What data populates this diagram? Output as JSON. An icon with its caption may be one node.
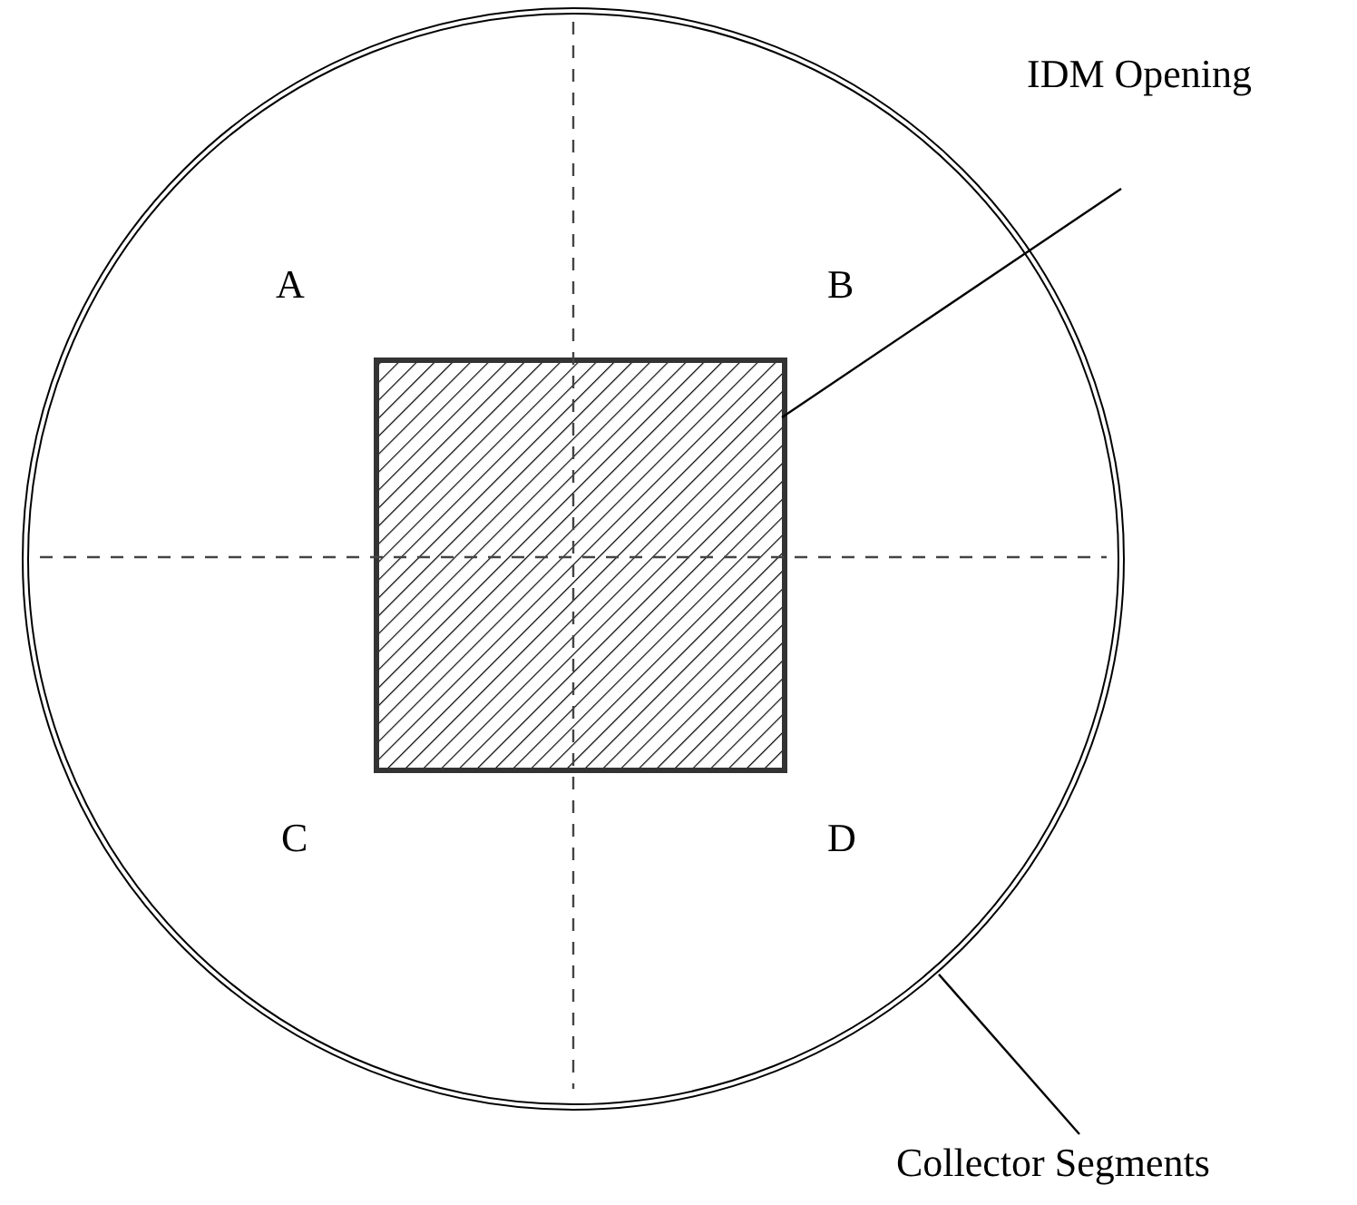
{
  "diagram": {
    "nodes": [
      {
        "text": [
          "IDM Opening"
        ]
      },
      {
        "text": [],
        "shape": "circle"
      },
      {
        "text": [],
        "shape": "box",
        "in": 1
      },
      {
        "text": [
          "Collector Segments"
        ]
      }
    ],
    "edges": [
      {
        "from": 0,
        "to": 2,
        "arrow": "none"
      },
      {
        "from": 3,
        "to": 1,
        "arrow": "none"
      }
    ],
    "labels": [
      "A",
      "B",
      "C",
      "D"
    ]
  }
}
